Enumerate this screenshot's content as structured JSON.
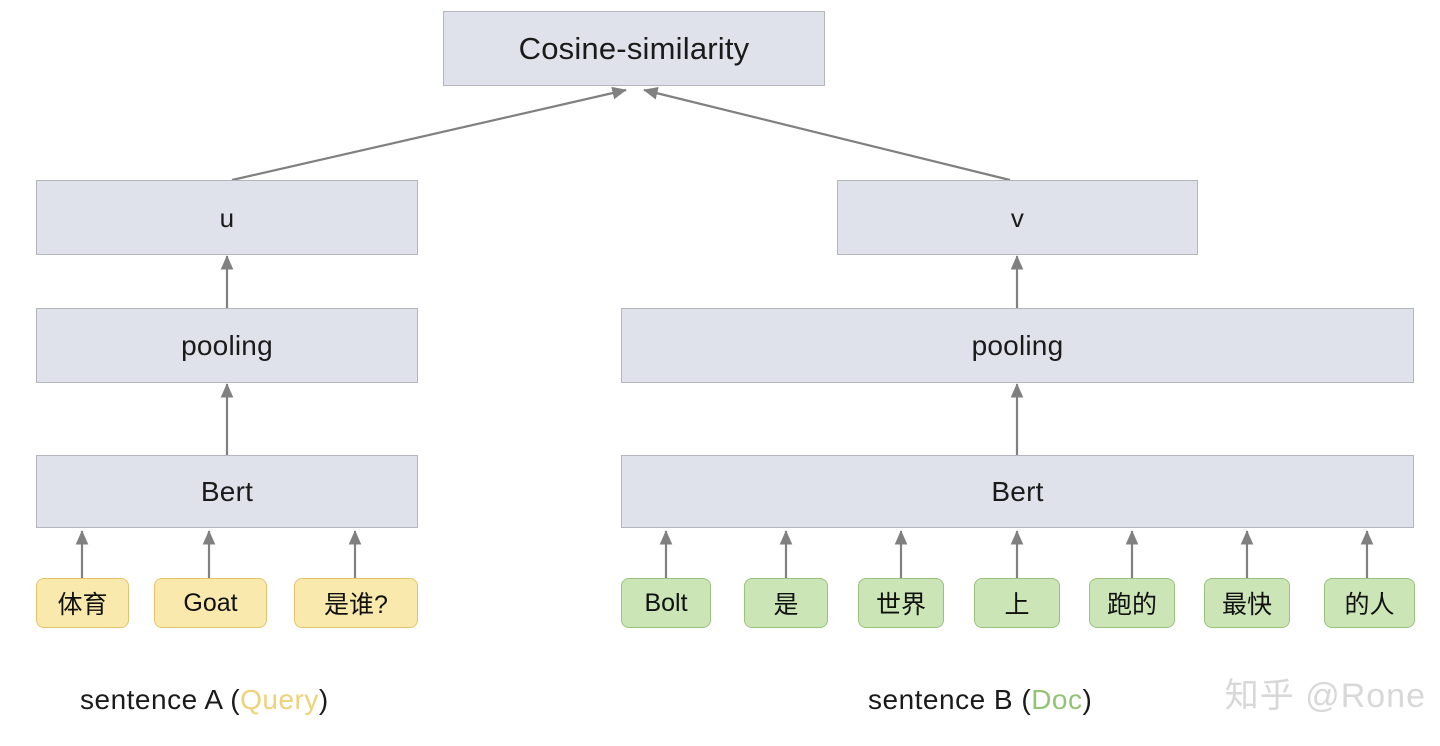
{
  "diagram": {
    "title_box": {
      "label": "Cosine-similarity"
    },
    "branches": [
      {
        "id": "left",
        "vector_label": "u",
        "pooling_label": "pooling",
        "encoder_label": "Bert",
        "tokens": [
          "体育",
          "Goat",
          "是谁?"
        ],
        "token_color": "#fae9ad",
        "token_border": "#e4c46a",
        "caption_prefix": "sentence  A  (",
        "caption_accent": "Query",
        "caption_suffix": ")",
        "accent_color": "#eed27a"
      },
      {
        "id": "right",
        "vector_label": "v",
        "pooling_label": "pooling",
        "encoder_label": "Bert",
        "tokens": [
          "Bolt",
          "是",
          "世界",
          "上",
          "跑的",
          "最快",
          "的人"
        ],
        "token_color": "#cbe5b6",
        "token_border": "#9ac27c",
        "caption_prefix": "sentence  B  (",
        "caption_accent": "Doc",
        "caption_suffix": ")",
        "accent_color": "#92c477"
      }
    ],
    "box_fill": "#dfe2ea",
    "box_border": "#b3b6bd",
    "arrow_color": "#808080"
  },
  "watermark": {
    "text": "知乎 @Rone"
  }
}
